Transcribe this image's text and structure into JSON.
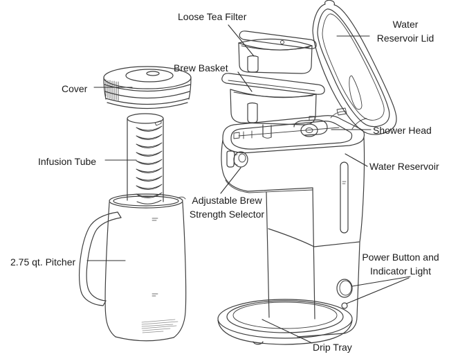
{
  "figure_type": "exploded-parts-diagram",
  "colors": {
    "background": "#ffffff",
    "line_art": "#3e3e3e",
    "label_text": "#1a1a1a"
  },
  "labels": {
    "loose_tea_filter": "Loose Tea Filter",
    "brew_basket": "Brew Basket",
    "cover": "Cover",
    "infusion_tube": "Infusion Tube",
    "pitcher": "2.75 qt. Pitcher",
    "water_reservoir_lid_line1": "Water",
    "water_reservoir_lid_line2": "Reservoir Lid",
    "shower_head": "Shower Head",
    "water_reservoir": "Water Reservoir",
    "brew_strength_line1": "Adjustable Brew",
    "brew_strength_line2": "Strength Selector",
    "power_button_line1": "Power Button and",
    "power_button_line2": "Indicator Light",
    "drip_tray": "Drip Tray"
  }
}
